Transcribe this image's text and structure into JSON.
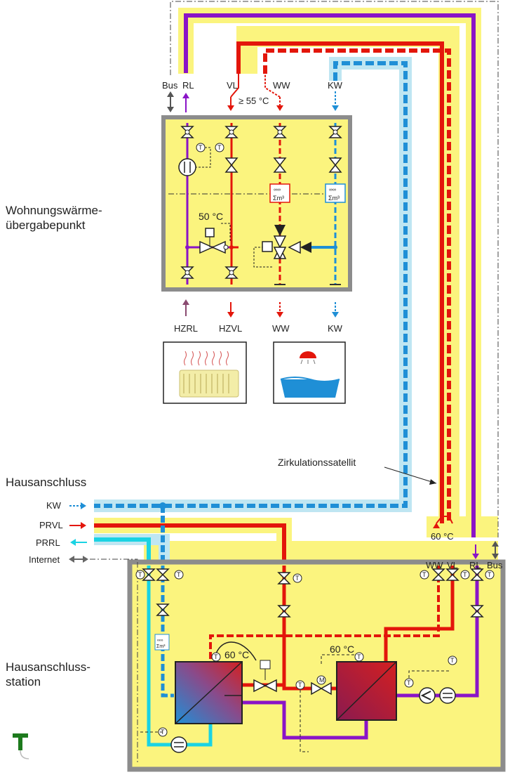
{
  "sections": {
    "apartment": [
      "Wohnungswärme-",
      "übergabepunkt"
    ],
    "house_connection": "Hausanschluss",
    "station": [
      "Hausanschluss-",
      "station"
    ],
    "circulation": "Zirkulationssatellit"
  },
  "top_labels": {
    "bus": "Bus",
    "rl": "RL",
    "vl": "VL",
    "ww": "WW",
    "kw": "KW",
    "min_temp": "≥ 55 °C"
  },
  "apartment_unit": {
    "mixer_temp": "50 °C"
  },
  "outlets": {
    "hzrl": "HZRL",
    "hzvl": "HZVL",
    "ww": "WW",
    "kw": "KW"
  },
  "house_inputs": {
    "kw": "KW",
    "prvl": "PRVL",
    "prrl": "PRRL",
    "internet": "Internet"
  },
  "station_top": {
    "temp": "60 °C",
    "ww": "WW",
    "vl": "VL",
    "rl": "RL",
    "bus": "Bus"
  },
  "station": {
    "hx1_temp": "60 °C",
    "hx2_temp": "60 °C"
  },
  "symbols": {
    "sensor": "T",
    "motor": "M"
  },
  "colors": {
    "supply_red": "#e3160b",
    "return_purple": "#8a14c7",
    "cold_water_blue": "#1f8fd6",
    "primary_return_cyan": "#1ad3e3",
    "insulation_yellow": "#fbf47e",
    "insulation_blue": "#bfe6f2",
    "housing_gray": "#8c8c8c",
    "logo_green": "#1d7a1d"
  }
}
